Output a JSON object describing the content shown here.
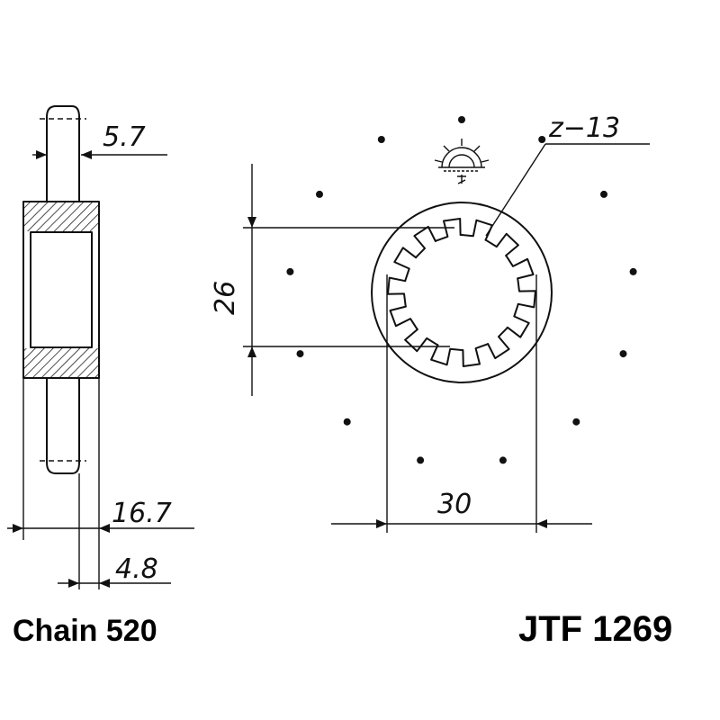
{
  "side_view": {
    "thickness_label": "5.7",
    "width_total_label": "16.7",
    "offset_label": "4.8"
  },
  "front_view": {
    "teeth_label": "z−13",
    "bore_label": "26",
    "spline_label": "30",
    "teeth_count": 13,
    "spline_count": 14,
    "logo_icon": "sun-logo-icon"
  },
  "footer": {
    "chain_label": "Chain 520",
    "part_number": "JTF 1269"
  },
  "colors": {
    "ink": "#111111",
    "hatch": "#111111",
    "background": "#ffffff"
  }
}
